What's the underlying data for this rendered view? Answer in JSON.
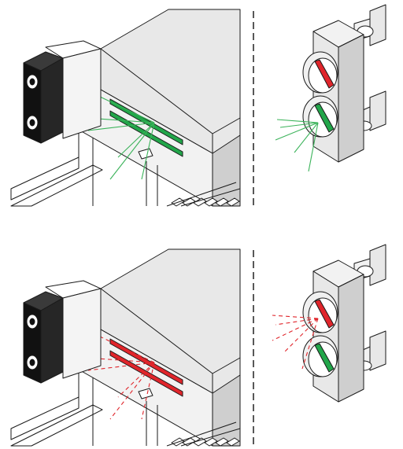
{
  "colors": {
    "line": "#1a1a1a",
    "panel": "#e8e8e8",
    "panel_light": "#f2f2f2",
    "panel_dark": "#cfcfcf",
    "sensor_body": "#111111",
    "green": "#22a64a",
    "red": "#e0252b",
    "beam_green": "#3bb35a",
    "beam_red": "#e0252b",
    "divider": "#111111"
  },
  "scenes": [
    {
      "name": "scene-ok",
      "state": "green"
    },
    {
      "name": "scene-alarm",
      "state": "red"
    }
  ],
  "icons": {
    "sensor": "sensor-head-icon",
    "machine": "machine-housing-icon",
    "signal": "traffic-signal-icon",
    "bracket": "wall-bracket-icon"
  }
}
